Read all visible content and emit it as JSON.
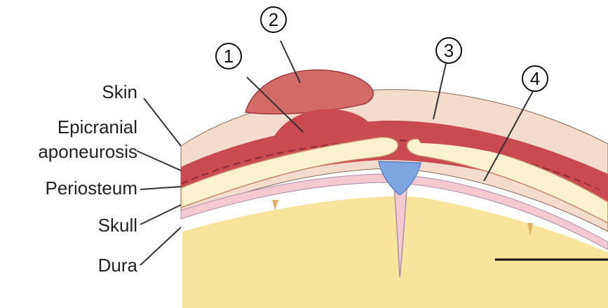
{
  "labels": {
    "skin": "Skin",
    "epicranial_1": "Epicranial",
    "epicranial_2": "aponeurosis",
    "periosteum": "Periosteum",
    "skull": "Skull",
    "dura": "Dura"
  },
  "markers": {
    "m1": "1",
    "m2": "2",
    "m3": "3",
    "m4": "4"
  },
  "colors": {
    "skin": "#f3dccb",
    "blood": "#c94a4f",
    "blood_light": "#e07c7a",
    "periosteum": "#efb7b3",
    "bone": "#fbf1cf",
    "brain": "#f8e49a",
    "dura": "#f4c9d0",
    "vessel": "#7ea6e0",
    "line": "#333333"
  }
}
